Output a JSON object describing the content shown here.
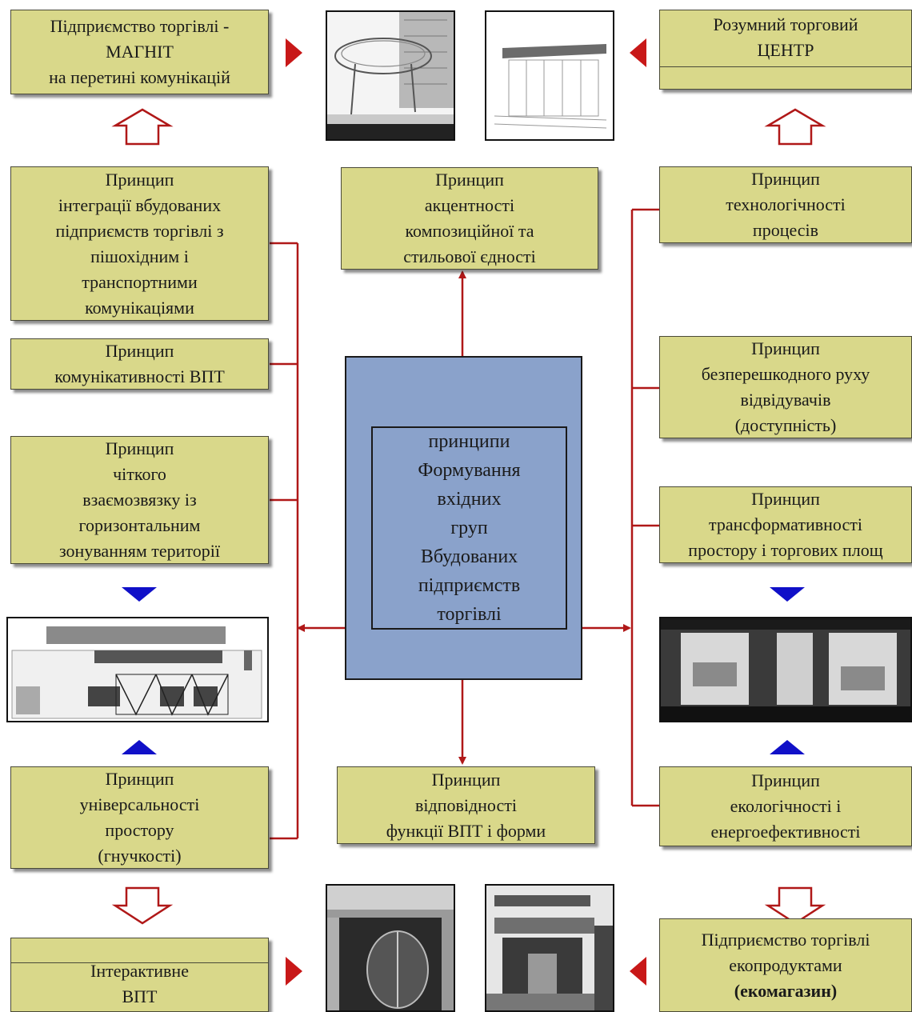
{
  "colors": {
    "box_fill": "#d9d88a",
    "center_fill": "#8aa2cb",
    "connector": "#b01818",
    "marker_red": "#c81818",
    "marker_blue": "#1010c8"
  },
  "top_left": "Підприємство торгівлі -\nМАГНІТ\nна перетині комунікацій",
  "top_right": "Розумний торговий\nЦЕНТР",
  "bottom_left": "Інтерактивне\nВПТ",
  "bottom_right": "Підприємство торгівлі\nекопродуктами",
  "bottom_right_bold": "(екомагазин)",
  "principles": {
    "integration": "Принцип\nінтеграції вбудованих\nпідприємств торгівлі з\nпішохідним і\nтранспортними\nкомунікаціями",
    "communicativeness": "Принцип\nкомунікативності ВПТ",
    "interrelation": "Принцип\nчіткого\nвзаємозвязку із\nгоризонтальним\nзонуванням території",
    "universality": "Принцип\nуніверсальності\nпростору\n(гнучкості)",
    "accentuation": "Принцип\nакцентності\nкомпозиційної та\nстильової  єдності",
    "correspondence": "Принцип\nвідповідності\nфункції ВПТ і форми",
    "technology": "Принцип\nтехнологічності\nпроцесів",
    "accessibility": "Принцип\nбезперешкодного руху\nвідвідувачів\n(доступність)",
    "transformativity": "Принцип\nтрансформативності\nпростору і торгових площ",
    "ecology": "Принцип\nекологічності і\nенергоефективності"
  },
  "center_label": "принципи\nФормування\nвхідних\nгруп\nВбудованих\nпідприємств\nторгівлі",
  "images": {
    "top_left": "canopy-building-sketch",
    "top_right": "glass-entrance-sketch",
    "middle_left": "facade-elevation-drawing",
    "middle_right": "shopfront-photo",
    "bottom_left": "revolving-door-photo",
    "bottom_right": "eco-store-photo"
  }
}
